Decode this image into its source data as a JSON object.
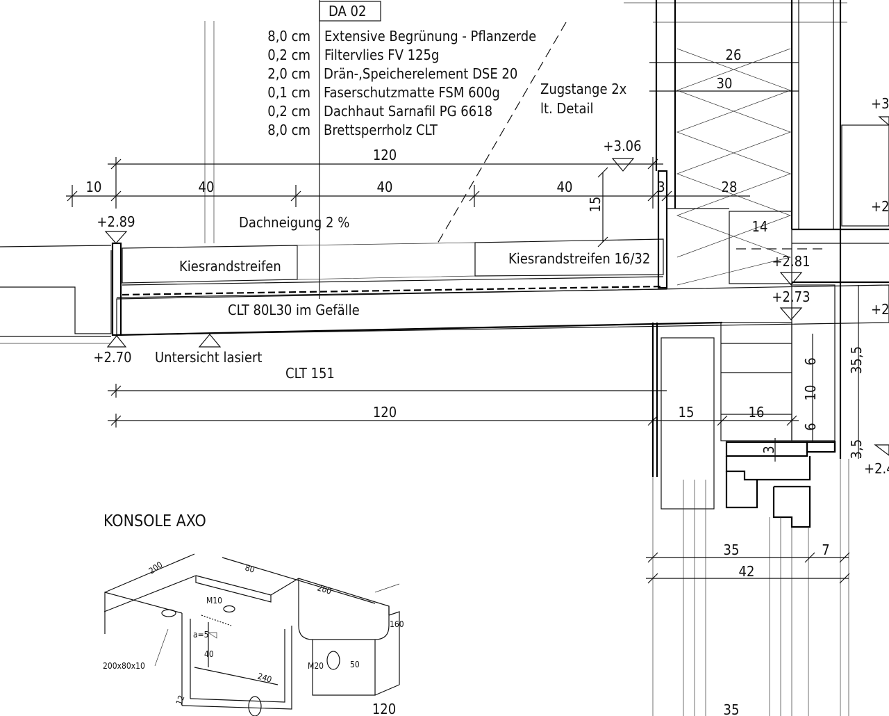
{
  "section_tag": "DA 02",
  "layers": [
    {
      "thickness": "8,0 cm",
      "material": "Extensive Begrünung - Pflanzerde"
    },
    {
      "thickness": "0,2 cm",
      "material": "Filtervlies FV 125g"
    },
    {
      "thickness": "2,0 cm",
      "material": "Drän-,Speicherelement DSE 20"
    },
    {
      "thickness": "0,1 cm",
      "material": "Faserschutzmatte FSM 600g"
    },
    {
      "thickness": "0,2 cm",
      "material": "Dachhaut Sarnafil PG 6618"
    },
    {
      "thickness": "8,0 cm",
      "material": "Brettsperrholz CLT"
    }
  ],
  "labels": {
    "zugstange_1": "Zugstange 2x",
    "zugstange_2": "lt. Detail",
    "dachneigung": "Dachneigung 2 %",
    "kies_left": "Kiesrandstreifen",
    "kies_right": "Kiesrandstreifen 16/32",
    "clt_slab": "CLT 80L30 im Gefälle",
    "untersicht": "Untersicht lasiert",
    "clt_151": "CLT 151",
    "konsole_title": "KONSOLE AXO"
  },
  "levels": {
    "l306": "+3.06",
    "l289": "+2.89",
    "l270": "+2.70",
    "l281": "+2.81",
    "l273": "+2.73",
    "r_top": "+3",
    "r_mid": "+2",
    "r_low": "+2",
    "r_bottom": "+2.4"
  },
  "dims": {
    "d120_top": "120",
    "d10": "10",
    "d40a": "40",
    "d40b": "40",
    "d40c": "40",
    "d15_vert": "15",
    "d3": "3",
    "d28": "28",
    "d26": "26",
    "d30": "30",
    "d14": "14",
    "d120_bottom": "120",
    "d15": "15",
    "d16": "16",
    "d6a": "6",
    "d10v": "10",
    "d6b": "6",
    "d355": "35,5",
    "d35v": "3,5",
    "d3s": "3",
    "d35": "35",
    "d7": "7",
    "d42": "42",
    "d35b": "35",
    "d120_axo": "120"
  },
  "axo": {
    "a200a": "200",
    "a80": "80",
    "a200b": "200",
    "m10": "M10",
    "a5": "a=5",
    "a40": "40",
    "a240": "240",
    "m20": "M20",
    "a50": "50",
    "a160": "160",
    "plate": "200x80x10",
    "a12": "12"
  }
}
